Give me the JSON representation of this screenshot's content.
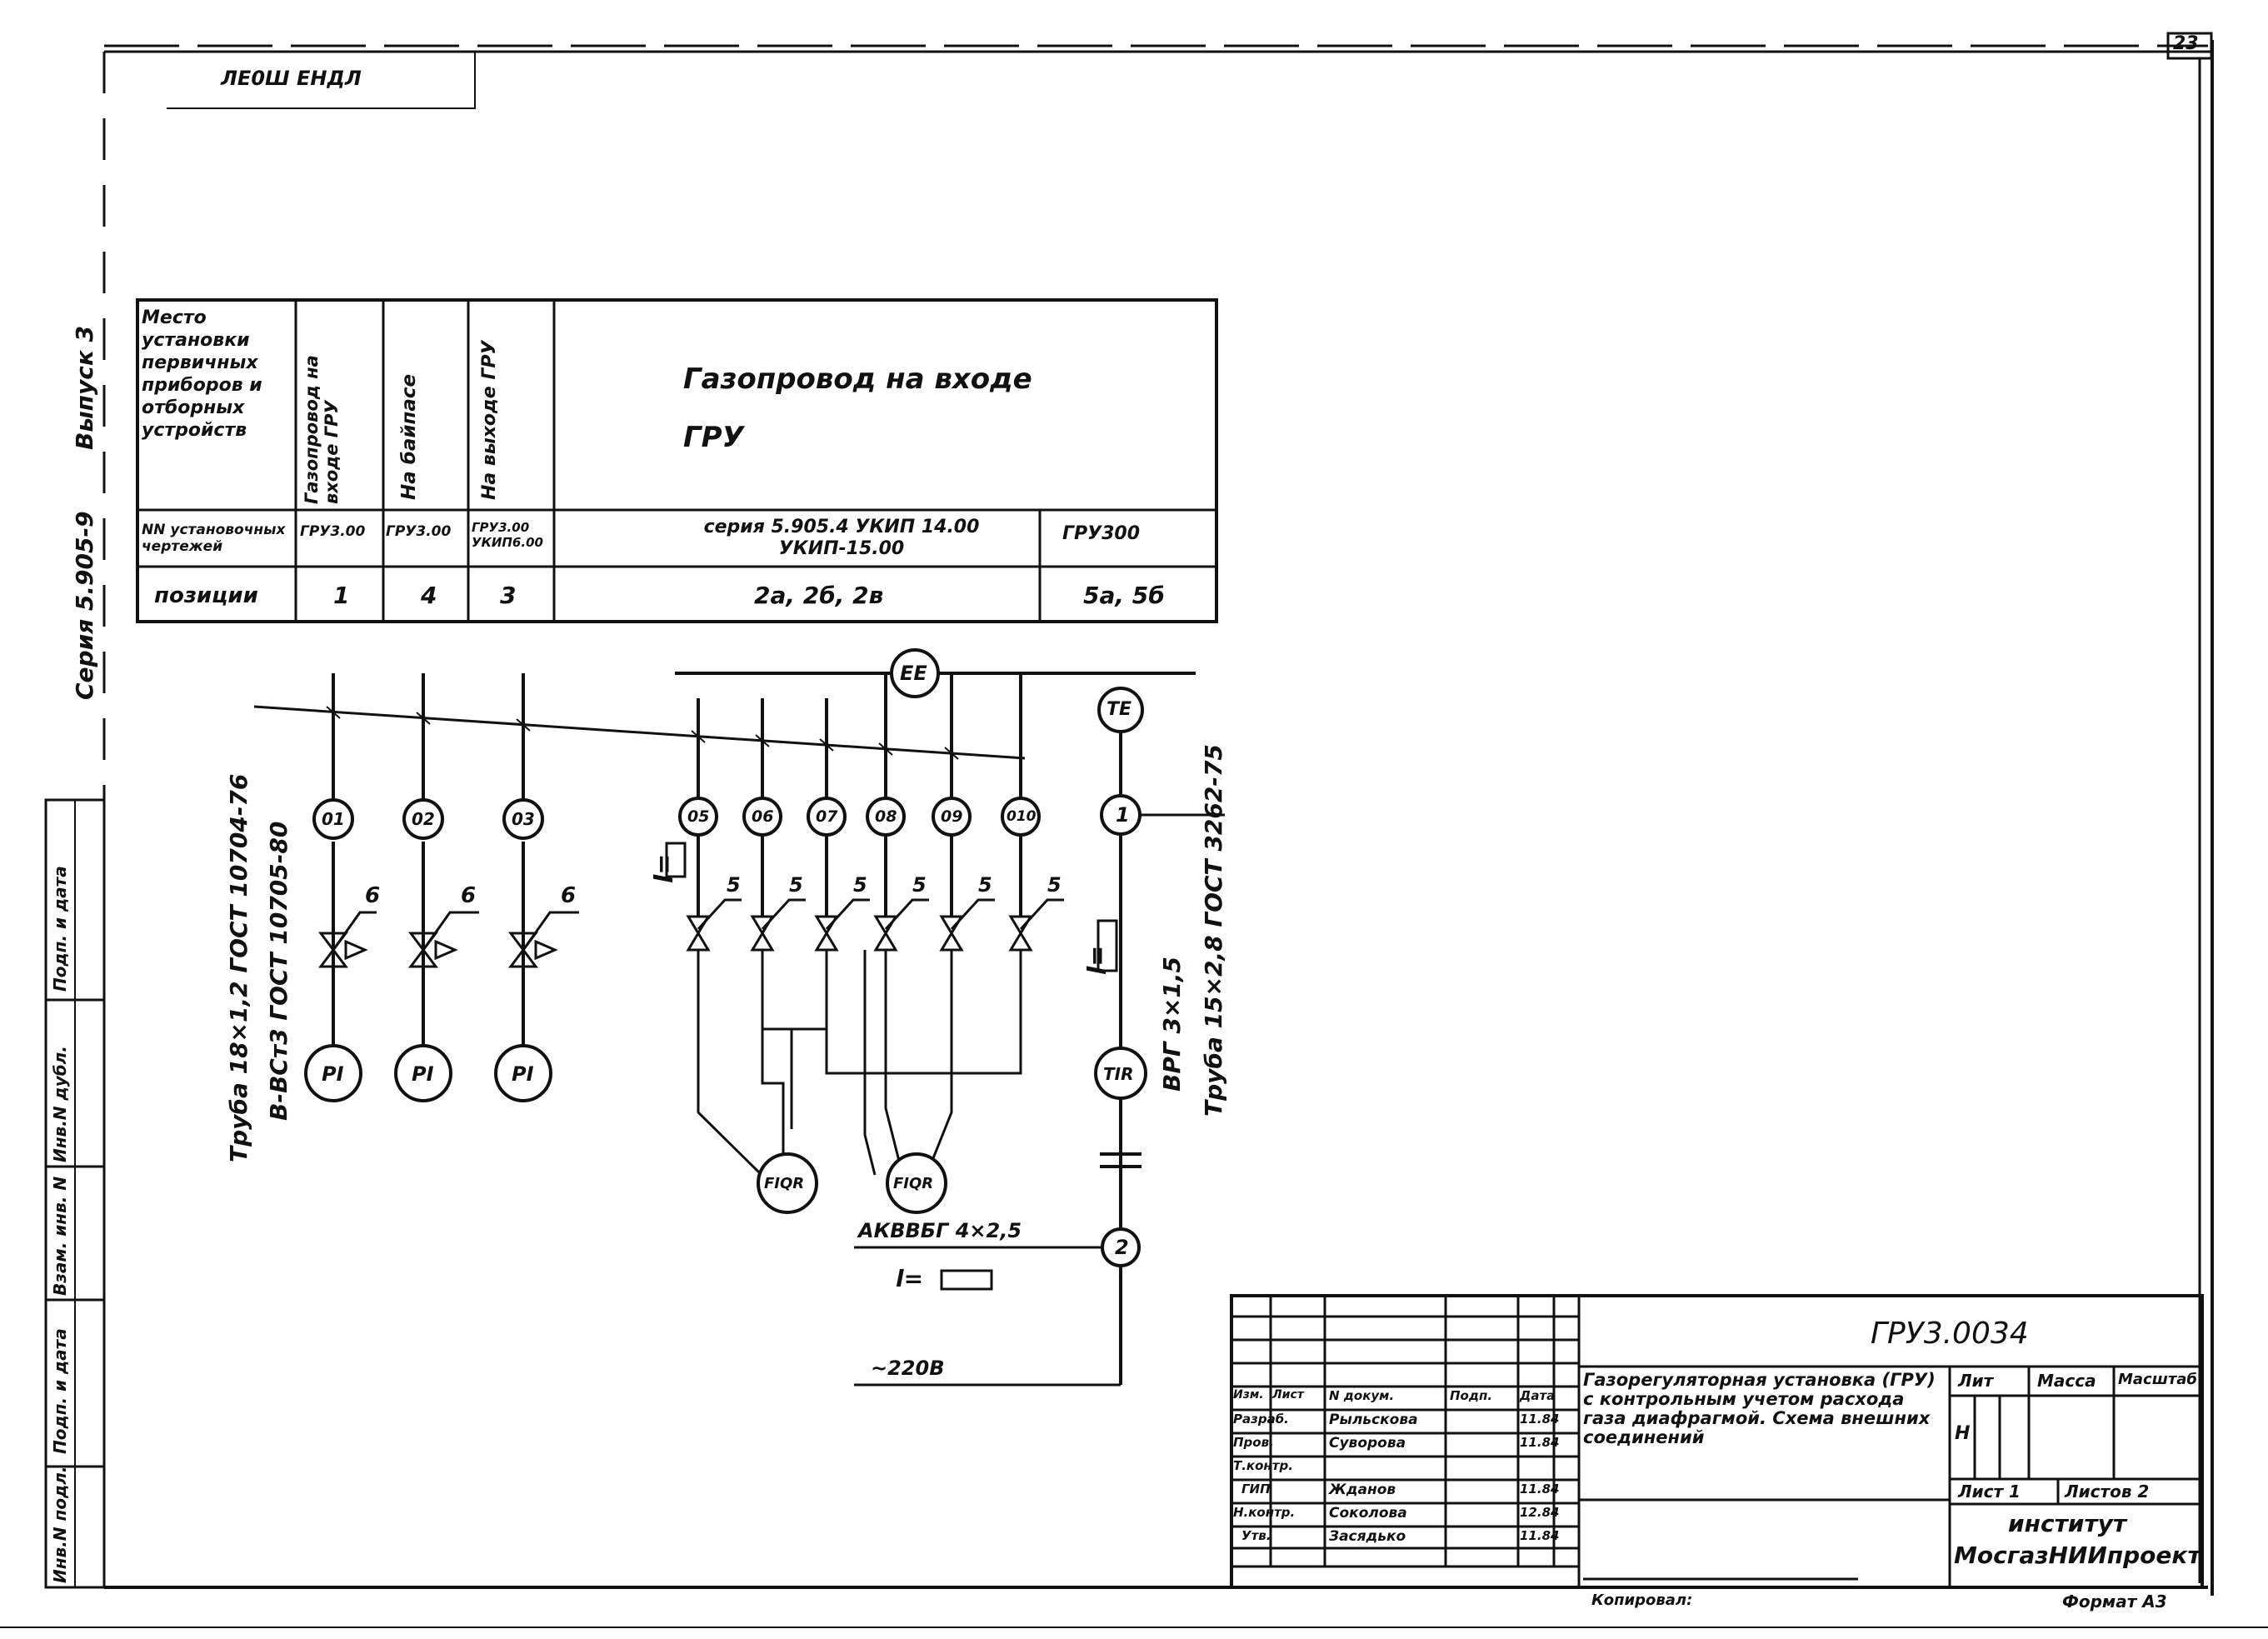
{
  "page_number": "23",
  "stamp_top": "ЛЕ0Ш ЕНДЛ",
  "margin": {
    "series": "Серия 5.905-9",
    "issue": "Выпуск 3",
    "side_cells": [
      "Инв.N подл.",
      "Подп. и дата",
      "Взам. инв. N",
      "Инв.N дубл.",
      "Подп. и дата"
    ]
  },
  "top_table": {
    "header_left": "Место установки первичных приборов и отборных устройств",
    "columns": [
      "Газопровод на входе ГРУ",
      "На байпасе",
      "На выходе ГРУ"
    ],
    "header_wide": "Газопровод на входе ГРУ",
    "row_docs_label": "NN установочных чертежей",
    "row_docs": [
      "ГРУ3.00",
      "ГРУ3.00",
      "ГРУ3.00 УКИП6.00",
      "серия 5.905.4 УКИП 14.00 УКИП-15.00",
      "ГРУ300"
    ],
    "row_pos_label": "позиции",
    "row_pos": [
      "1",
      "4",
      "3",
      "2а, 2б, 2в",
      "5а, 5б"
    ]
  },
  "diagram": {
    "bus_label": "EE",
    "te_label": "TE",
    "taps": [
      "01",
      "02",
      "03",
      "05",
      "06",
      "07",
      "08",
      "09",
      "010",
      "1"
    ],
    "valve_num_left": "6",
    "valve_num_right": "5",
    "pi": [
      "PI",
      "PI",
      "PI"
    ],
    "tir": "TIR",
    "fiqr": [
      "FIQR",
      "FIQR"
    ],
    "node2": "2",
    "pipe_left_1": "Труба 18×1,2 ГОСТ 10704-76",
    "pipe_left_2": "В-ВСт3 ГОСТ 10705-80",
    "pipe_right_1": "Труба 15×2,8 ГОСТ 3262-75",
    "pipe_right_2": "ВРГ 3×1,5",
    "len_label": "l=",
    "cable": "АКВВБГ 4×2,5",
    "power": "~220В"
  },
  "title_block": {
    "doc_code": "ГРУ3.0034",
    "description": "Газорегуляторная установка (ГРУ) с контрольным учетом расхода газа диафрагмой. Схема внешних соединений",
    "head": [
      "Изм.",
      "Лист",
      "N докум.",
      "Подп.",
      "Дата"
    ],
    "people": [
      {
        "role": "Разраб.",
        "name": "Рыльскова",
        "date": "11.84"
      },
      {
        "role": "Пров.",
        "name": "Суворова",
        "date": "11.84"
      },
      {
        "role": "Т.контр.",
        "name": "",
        "date": ""
      },
      {
        "role": "ГИП",
        "name": "Жданов",
        "date": "11.84"
      },
      {
        "role": "Н.контр.",
        "name": "Соколова",
        "date": "12.84"
      },
      {
        "role": "Утв.",
        "name": "Засядько",
        "date": "11.84"
      }
    ],
    "lit": "Лит",
    "mass": "Масса",
    "scale": "Масштаб",
    "lit_value": "Н",
    "sheet": "Лист 1",
    "sheets": "Листов 2",
    "institute_1": "институт",
    "institute_2": "МосгазНИИпроект",
    "copied": "Копировал:",
    "format": "Формат А3"
  }
}
